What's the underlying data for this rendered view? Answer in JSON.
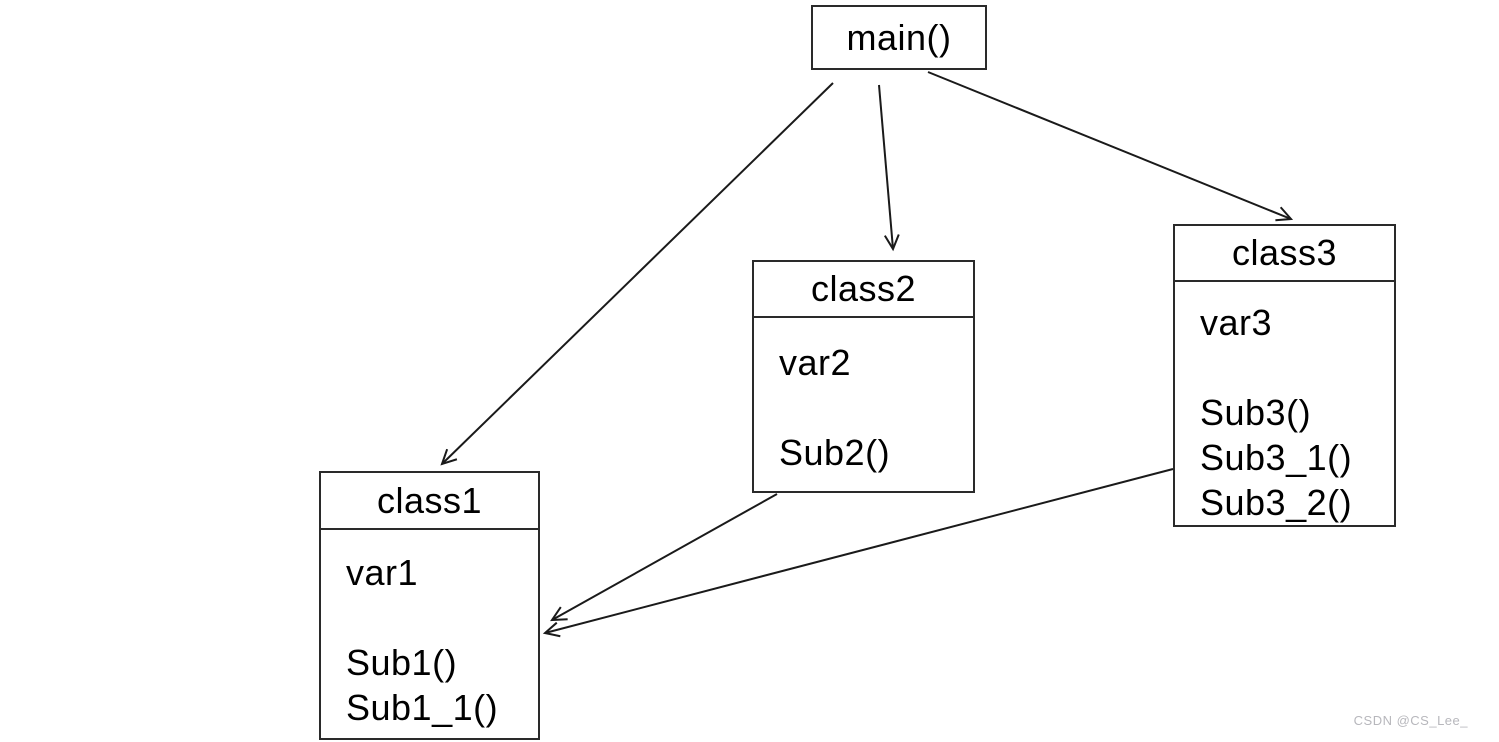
{
  "diagram": {
    "main_box": {
      "label": "main()"
    },
    "classes": [
      {
        "name": "class1",
        "variables": [
          "var1"
        ],
        "methods": [
          "Sub1()",
          "Sub1_1()"
        ]
      },
      {
        "name": "class2",
        "variables": [
          "var2"
        ],
        "methods": [
          "Sub2()"
        ]
      },
      {
        "name": "class3",
        "variables": [
          "var3"
        ],
        "methods": [
          "Sub3()",
          "Sub3_1()",
          "Sub3_2()"
        ]
      }
    ],
    "edges": [
      {
        "from": "main()",
        "to": "class1"
      },
      {
        "from": "main()",
        "to": "class2"
      },
      {
        "from": "main()",
        "to": "class3"
      },
      {
        "from": "class2",
        "to": "class1"
      },
      {
        "from": "class3",
        "to": "class1"
      }
    ]
  },
  "colors": {
    "line": "#1a1a1a",
    "border": "#2a2a2a",
    "text": "#000000",
    "background": "#ffffff",
    "watermark": "#b7b7bc"
  },
  "watermark": {
    "text": "CSDN @CS_Lee_"
  }
}
